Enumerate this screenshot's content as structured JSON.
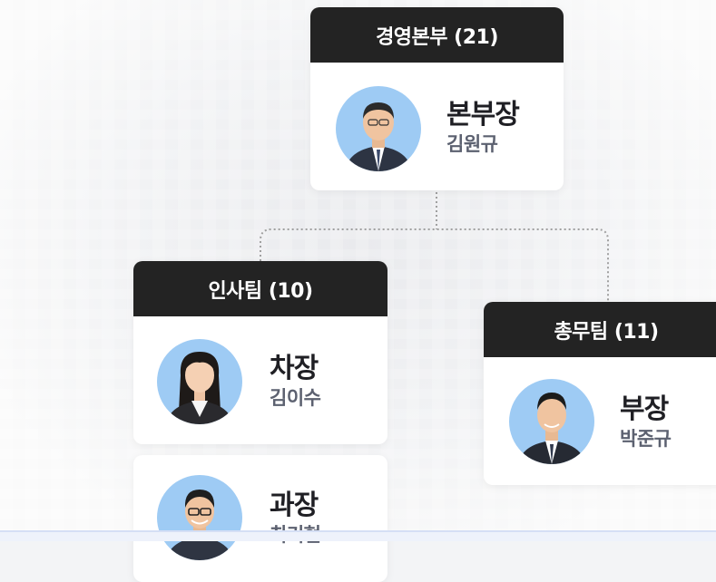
{
  "org": {
    "hq": {
      "header": "경영본부 (21)",
      "role": "본부장",
      "name": "김원규",
      "avatar_icon": "person-avatar-icon"
    },
    "hr": {
      "header": "인사팀 (10)",
      "members": [
        {
          "role": "차장",
          "name": "김이수",
          "avatar_icon": "person-avatar-icon"
        },
        {
          "role": "과장",
          "name": "최기현",
          "avatar_icon": "person-avatar-icon"
        }
      ]
    },
    "ga": {
      "header": "총무팀 (11)",
      "role": "부장",
      "name": "박준규",
      "avatar_icon": "person-avatar-icon"
    }
  },
  "colors": {
    "header_bg": "#232323",
    "avatar_bg": "#9ecbf4",
    "connector": "#a0a0a0"
  }
}
